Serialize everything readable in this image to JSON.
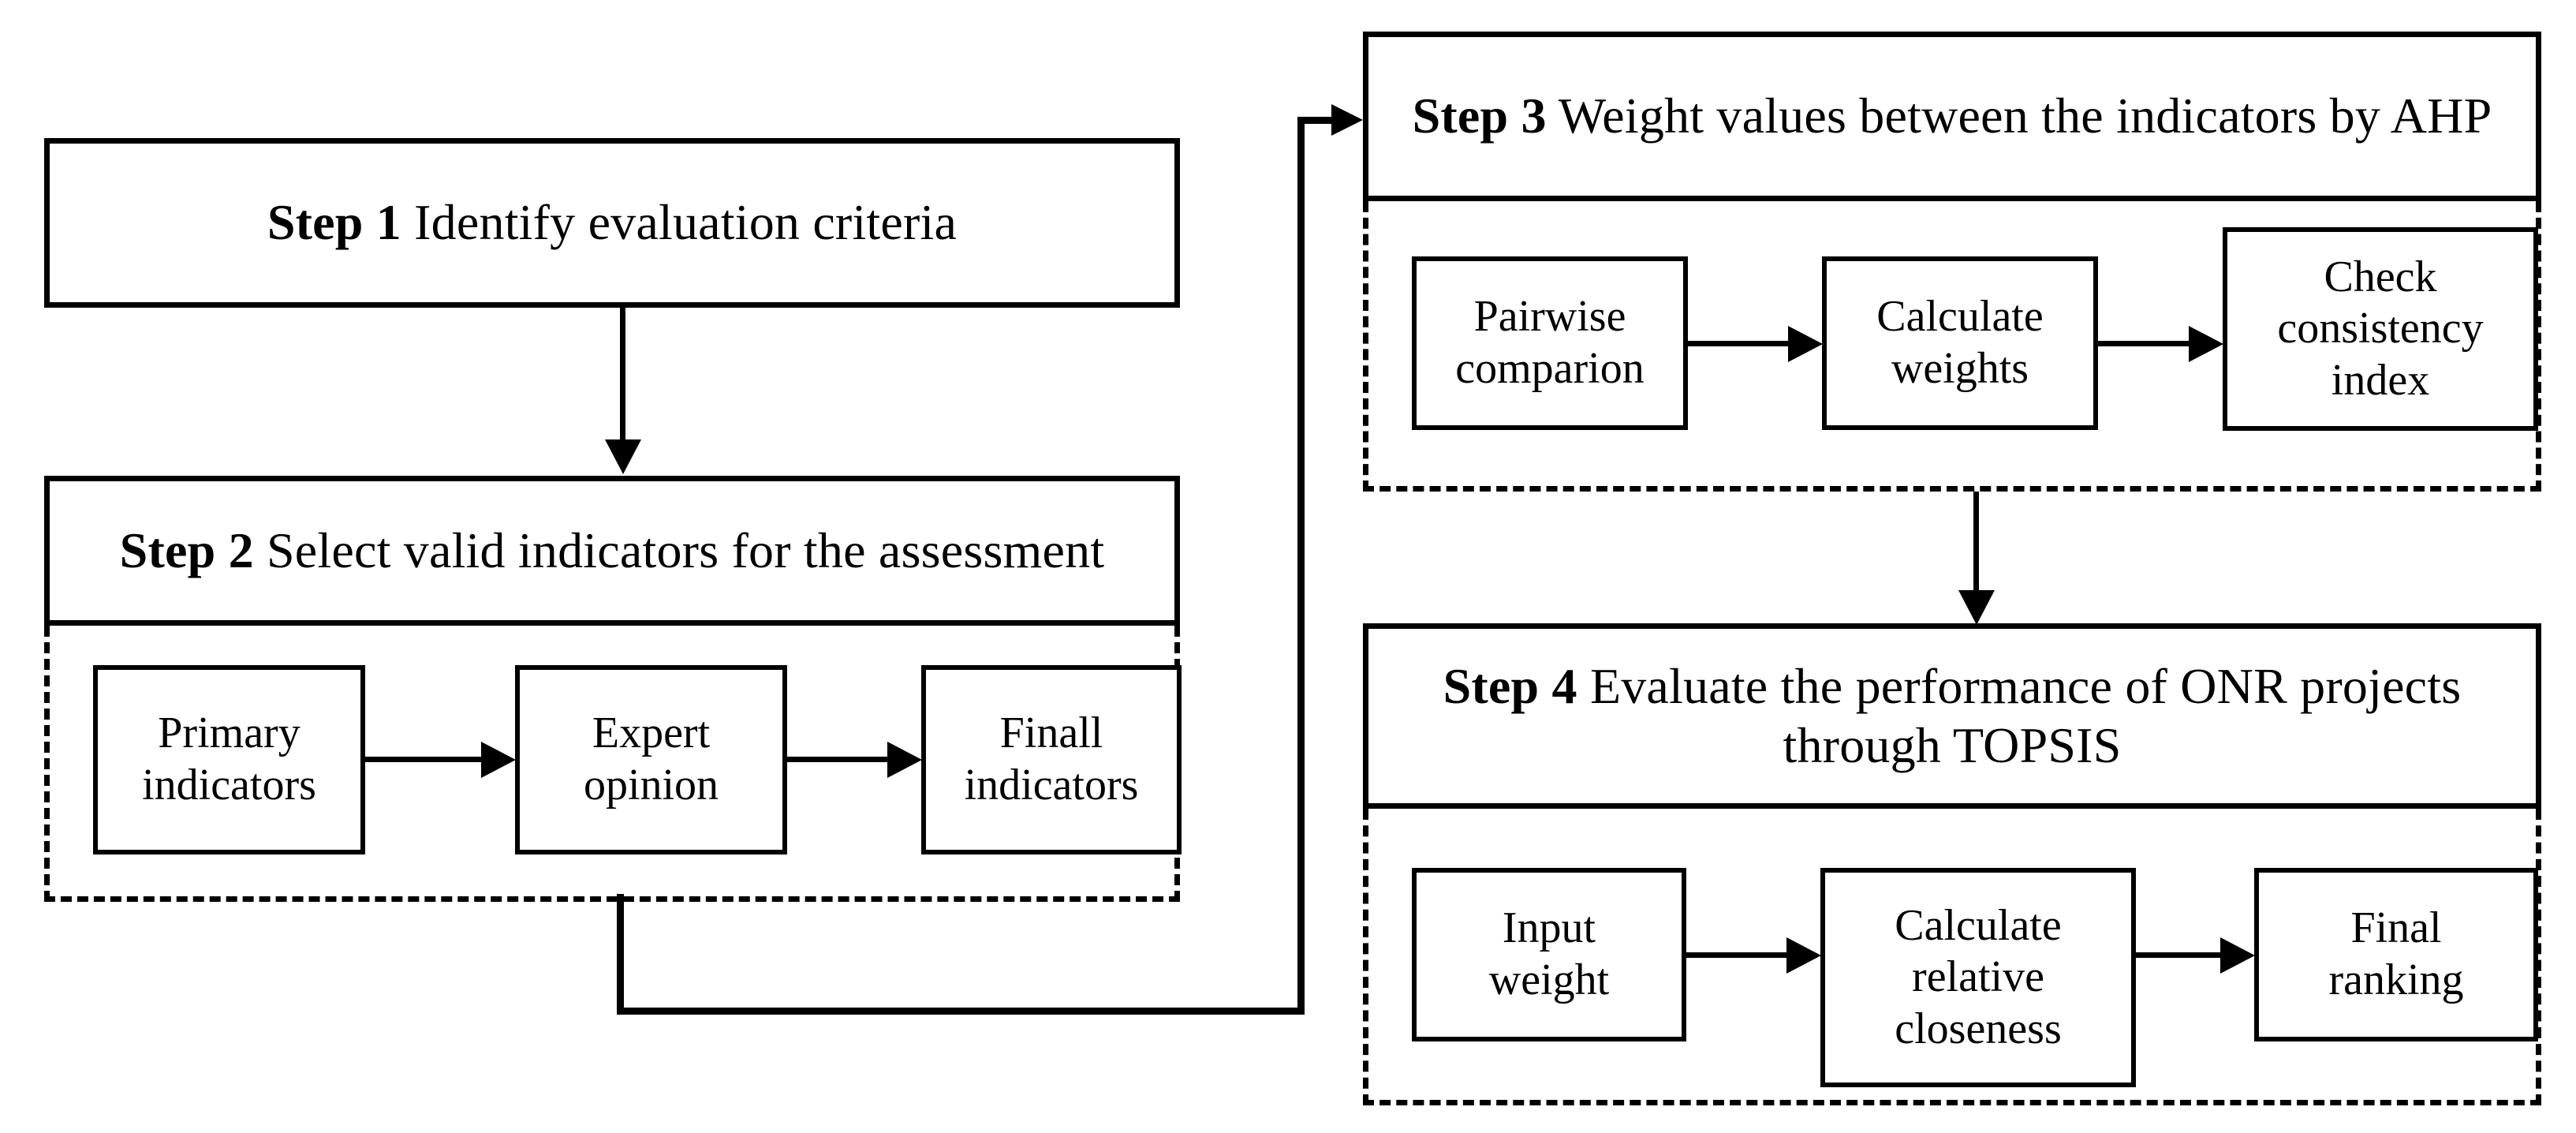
{
  "diagram": {
    "title": "Four-step evaluation methodology flowchart",
    "accent_color": "#000000",
    "background_color": "#ffffff"
  },
  "steps": {
    "step1": {
      "label": "Step 1",
      "text": "Identify evaluation criteria",
      "full": "Step 1 Identify evaluation criteria"
    },
    "step2": {
      "label": "Step 2",
      "text": "Select valid indicators for the assessment",
      "full": "Step 2 Select valid indicators for the assessment",
      "sub_boxes": [
        {
          "id": "primary-indicators",
          "text": "Primary\nindicators"
        },
        {
          "id": "expert-opinion",
          "text": "Expert\nopinion"
        },
        {
          "id": "finall-indicators",
          "text": "Finall\nindicators"
        }
      ]
    },
    "step3": {
      "label": "Step 3",
      "text": "Weight values between the indicators by AHP",
      "full": "Step 3 Weight values between the indicators by AHP",
      "sub_boxes": [
        {
          "id": "pairwise-comparion",
          "text": "Pairwise\ncomparion"
        },
        {
          "id": "calculate-weights",
          "text": "Calculate\nweights"
        },
        {
          "id": "check-consistency-index",
          "text": "Check\nconsistency\nindex"
        }
      ]
    },
    "step4": {
      "label": "Step 4",
      "text_line1": "Evaluate the performance of ONR projects",
      "text_line2": "through TOPSIS",
      "full": "Step 4 Evaluate the performance of ONR projects through TOPSIS",
      "sub_boxes": [
        {
          "id": "input-weight",
          "text": "Input\nweight"
        },
        {
          "id": "calculate-relative-closeness",
          "text": "Calculate\nrelative\ncloseness"
        },
        {
          "id": "final-ranking",
          "text": "Final\nranking"
        }
      ]
    }
  },
  "connectors": [
    {
      "id": "step1-to-step2",
      "from": "step1",
      "to": "step2",
      "direction": "down"
    },
    {
      "id": "primary-to-expert",
      "from": "primary-indicators",
      "to": "expert-opinion",
      "direction": "right"
    },
    {
      "id": "expert-to-finall",
      "from": "expert-opinion",
      "to": "finall-indicators",
      "direction": "right"
    },
    {
      "id": "step2-to-step3",
      "from": "step2",
      "to": "step3",
      "direction": "right-up"
    },
    {
      "id": "pairwise-to-calculate",
      "from": "pairwise-comparion",
      "to": "calculate-weights",
      "direction": "right"
    },
    {
      "id": "calculate-to-check",
      "from": "calculate-weights",
      "to": "check-consistency-index",
      "direction": "right"
    },
    {
      "id": "step3-to-step4",
      "from": "step3",
      "to": "step4",
      "direction": "down"
    },
    {
      "id": "input-to-closeness",
      "from": "input-weight",
      "to": "calculate-relative-closeness",
      "direction": "right"
    },
    {
      "id": "closeness-to-ranking",
      "from": "calculate-relative-closeness",
      "to": "final-ranking",
      "direction": "right"
    }
  ]
}
